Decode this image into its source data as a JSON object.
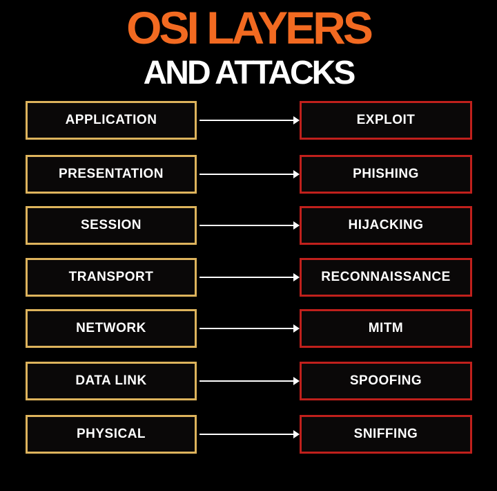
{
  "title": {
    "line1": "OSI LAYERS",
    "line2": "AND ATTACKS"
  },
  "rows": [
    {
      "layer": "APPLICATION",
      "attack": "EXPLOIT"
    },
    {
      "layer": "PRESENTATION",
      "attack": "PHISHING"
    },
    {
      "layer": "SESSION",
      "attack": "HIJACKING"
    },
    {
      "layer": "TRANSPORT",
      "attack": "RECONNAISSANCE"
    },
    {
      "layer": "NETWORK",
      "attack": "MITM"
    },
    {
      "layer": "DATA LINK",
      "attack": "SPOOFING"
    },
    {
      "layer": "PHYSICAL",
      "attack": "SNIFFING"
    }
  ],
  "colors": {
    "title_accent": "#f26a21",
    "title_secondary": "#ffffff",
    "layer_border": "#ddb35c",
    "attack_border": "#c0201c",
    "arrow": "#ffffff",
    "background": "#000000"
  }
}
